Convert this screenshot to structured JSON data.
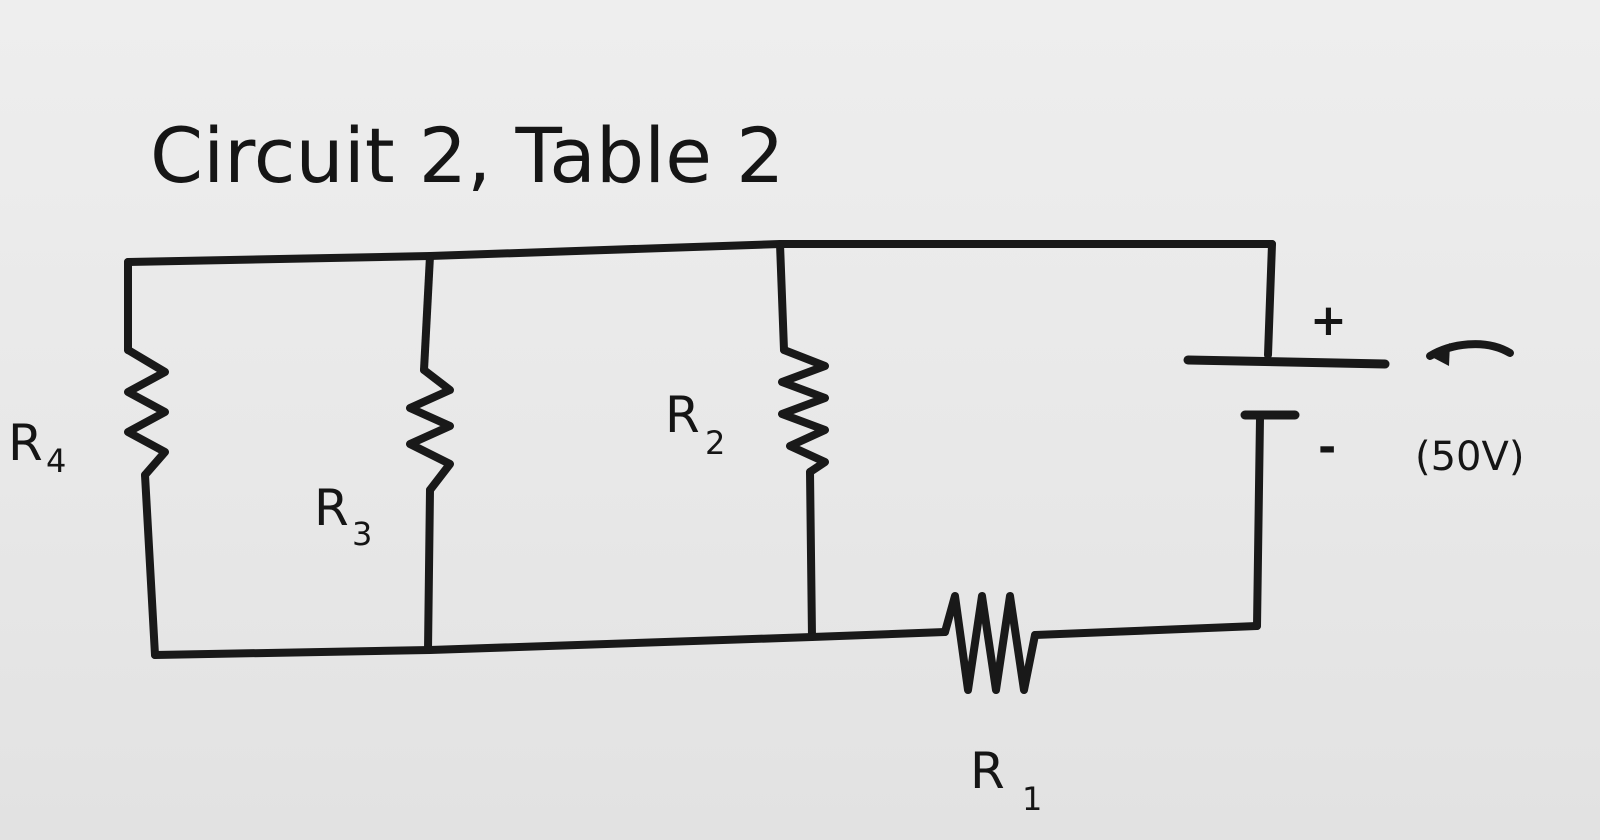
{
  "title": "Circuit 2, Table 2",
  "components": {
    "battery": {
      "positive_label": "+",
      "negative_label": "-",
      "voltage_label": "(50V)",
      "arrow_icon": "current-direction-arrow-icon"
    },
    "resistors": [
      {
        "id": "R1",
        "letter": "R",
        "subscript": "1"
      },
      {
        "id": "R2",
        "letter": "R",
        "subscript": "2"
      },
      {
        "id": "R3",
        "letter": "R",
        "subscript": "3"
      },
      {
        "id": "R4",
        "letter": "R",
        "subscript": "4"
      }
    ]
  },
  "colors": {
    "ink": "#191919",
    "board": "#eeeeee"
  }
}
